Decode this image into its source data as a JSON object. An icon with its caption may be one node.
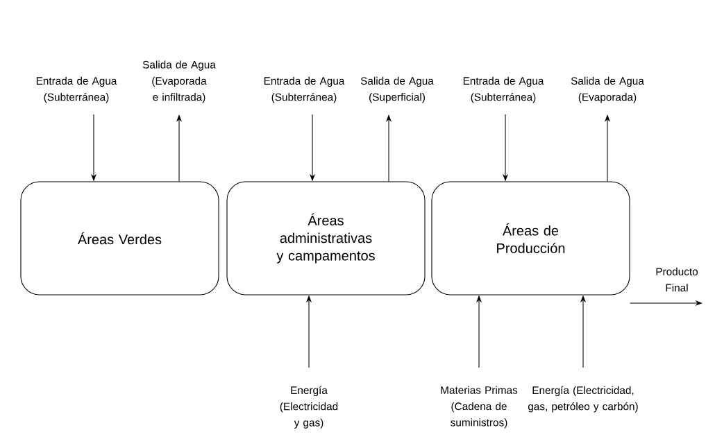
{
  "diagram": {
    "nodes": [
      {
        "text": [
          "Entrada de Agua (Subterránea)"
        ]
      },
      {
        "text": [
          "Salida de Agua (Evaporada e infiltrada)"
        ]
      },
      {
        "text": [
          "Entrada de Agua (Subterránea)"
        ]
      },
      {
        "text": [
          "Salida de Agua (Superficial)"
        ]
      },
      {
        "text": [
          "Entrada de Agua (Subterránea)"
        ]
      },
      {
        "text": [
          "Salida de Agua (Evaporada)"
        ]
      },
      {
        "text": [
          "Áreas Verdes"
        ]
      },
      {
        "text": [
          "Áreas administrativas y campamentos"
        ]
      },
      {
        "text": [
          "Áreas de Producción"
        ]
      },
      {
        "text": [
          "Energía (Electricidad y gas)"
        ]
      },
      {
        "text": [
          "Materias Primas (Cadena de suministros)"
        ]
      },
      {
        "text": [
          "Energía (Electricidad, gas, petróleo y carbón)"
        ]
      }
    ],
    "edges": [
      {
        "from": 0,
        "to": 6,
        "arrow": "to"
      },
      {
        "from": 6,
        "to": 1,
        "arrow": "to"
      },
      {
        "from": 2,
        "to": 7,
        "arrow": "to"
      },
      {
        "from": 7,
        "to": 3,
        "arrow": "to"
      },
      {
        "from": 4,
        "to": 8,
        "arrow": "to"
      },
      {
        "from": 8,
        "to": 5,
        "arrow": "to"
      },
      {
        "from": 9,
        "to": 7,
        "arrow": "to"
      },
      {
        "from": 10,
        "to": 8,
        "arrow": "to"
      },
      {
        "from": 11,
        "to": 8,
        "arrow": "to"
      },
      {
        "from": 8,
        "to": null,
        "arrow": "to",
        "label": "Producto Final"
      }
    ]
  }
}
